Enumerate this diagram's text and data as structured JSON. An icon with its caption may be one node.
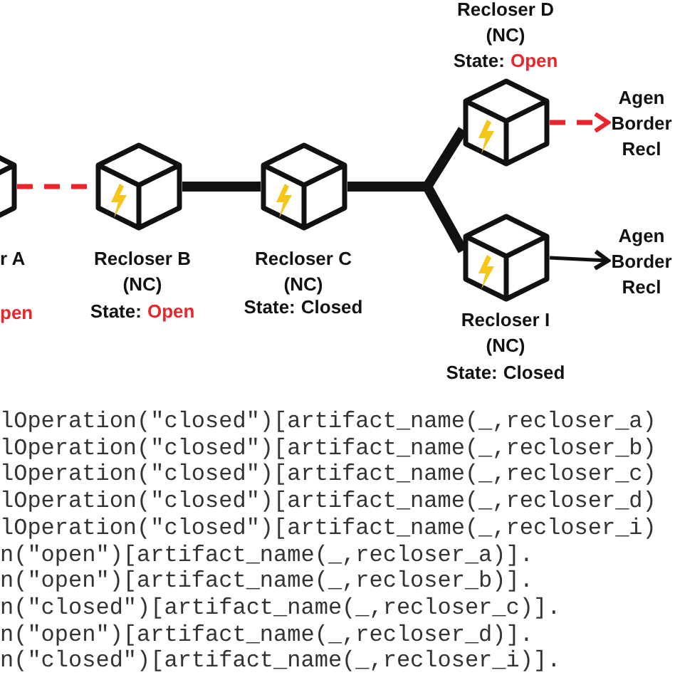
{
  "diagram": {
    "nodes": [
      {
        "text": [
          "r A",
          "pen"
        ]
      },
      {
        "text": [
          "Recloser B",
          "(NC)",
          "State:",
          "Open"
        ]
      },
      {
        "text": [
          "Recloser C",
          "(NC)",
          "State:",
          "Closed"
        ]
      },
      {
        "text": [
          "Recloser D",
          "(NC)",
          "State:",
          "Open"
        ]
      },
      {
        "text": [
          "Recloser I",
          "(NC)",
          "State:",
          "Closed"
        ]
      },
      {
        "text": [
          "Agen Border Recl"
        ]
      },
      {
        "text": [
          "Agen Border Recl"
        ]
      }
    ],
    "edges": [
      {
        "from": 0,
        "to": 1,
        "arrow": "none",
        "style": "dashed",
        "color": "#e8262b"
      },
      {
        "from": 1,
        "to": 2,
        "arrow": "none",
        "style": "thick"
      },
      {
        "from": 2,
        "to": 3,
        "arrow": "none",
        "style": "thick"
      },
      {
        "from": 2,
        "to": 4,
        "arrow": "none",
        "style": "thick"
      },
      {
        "from": 3,
        "to": 5,
        "arrow": "to",
        "style": "dashed",
        "color": "#e8262b"
      },
      {
        "from": 4,
        "to": 6,
        "arrow": "to"
      }
    ],
    "labels": [
      "lOperation(\"closed\")[artifact_name(_,recloser_a)",
      "lOperation(\"closed\")[artifact_name(_,recloser_b)",
      "lOperation(\"closed\")[artifact_name(_,recloser_c)",
      "lOperation(\"closed\")[artifact_name(_,recloser_d)",
      "lOperation(\"closed\")[artifact_name(_,recloser_i)",
      "n(\"open\")[artifact_name(_,recloser_a)].",
      "n(\"open\")[artifact_name(_,recloser_b)].",
      "n(\"closed\")[artifact_name(_,recloser_c)].",
      "n(\"open\")[artifact_name(_,recloser_d)].",
      "n(\"closed\")[artifact_name(_,recloser_i)]."
    ]
  }
}
